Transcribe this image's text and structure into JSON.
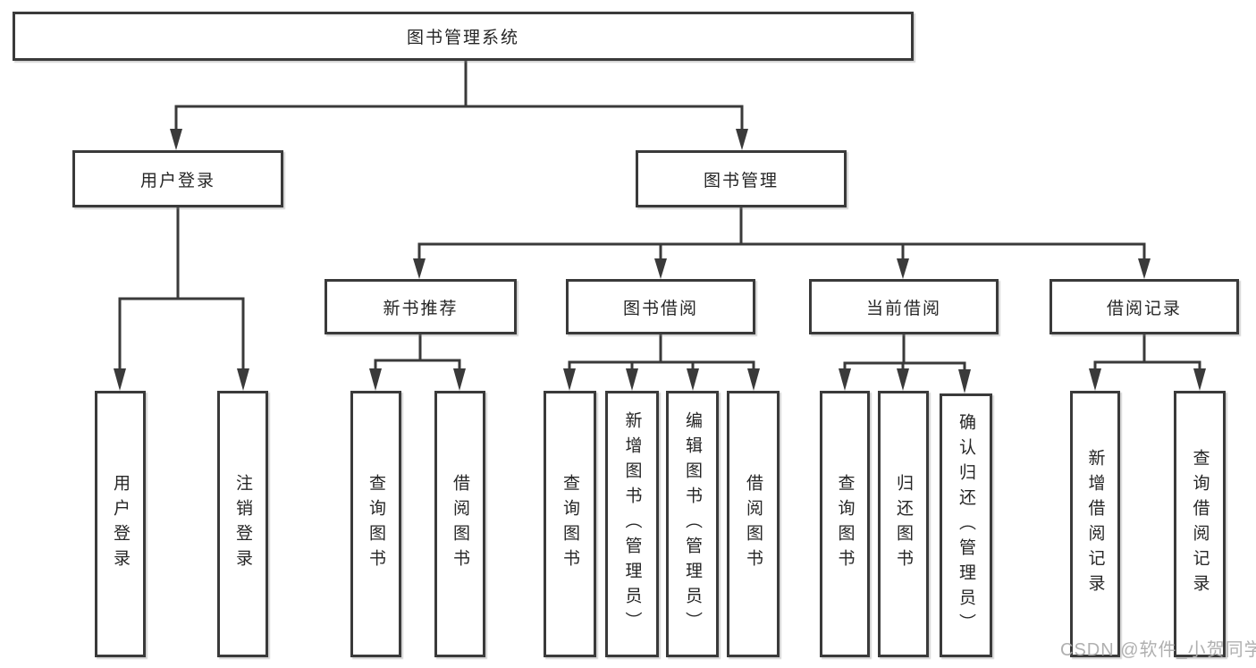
{
  "colors": {
    "line": "#3a3a3a",
    "box_border": "#3a3a3a",
    "text": "#262626",
    "watermark": "#acacac"
  },
  "diagram": {
    "title": "图书管理系统",
    "level2": {
      "user_login": "用户登录",
      "book_management": "图书管理"
    },
    "level3": {
      "new_book_recommend": "新书推荐",
      "book_borrow": "图书借阅",
      "current_borrow": "当前借阅",
      "borrow_records": "借阅记录"
    },
    "leaves": {
      "user_login": "用户登录",
      "logout": "注销登录",
      "nb_query_books": "查询图书",
      "nb_borrow_books": "借阅图书",
      "bb_query_books": "查询图书",
      "bb_add_books": "新增图书（管理员）",
      "bb_edit_books": "编辑图书（管理员）",
      "bb_borrow_books": "借阅图书",
      "cb_query_books": "查询图书",
      "cb_return_books": "归还图书",
      "cb_confirm_return": "确认归还（管理员）",
      "br_add_record": "新增借阅记录",
      "br_query_record": "查询借阅记录"
    }
  },
  "watermark": "CSDN @软件_小贺同学"
}
